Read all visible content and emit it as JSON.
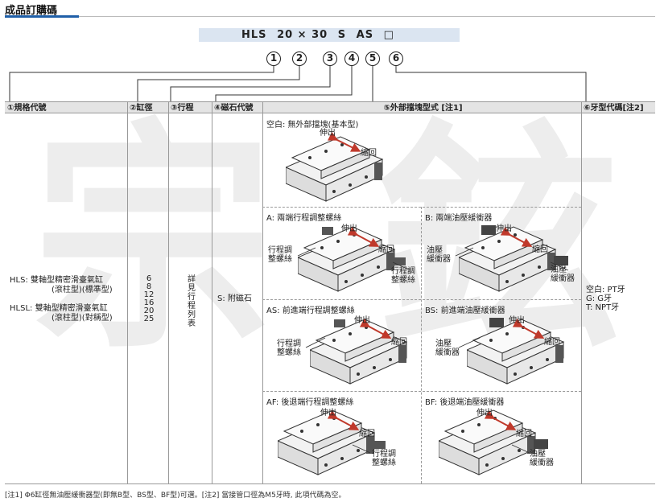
{
  "title": "成品訂購碼",
  "order_code": {
    "parts": [
      "HLS",
      "20 × 30",
      "S",
      "AS",
      "□"
    ],
    "markers": [
      "1",
      "2",
      "3",
      "4",
      "5",
      "6"
    ]
  },
  "columns": [
    "①規格代號",
    "②缸徑",
    "③行程",
    "④磁石代號",
    "⑤外部擋塊型式 [注1]",
    "⑥牙型代碼[注2]"
  ],
  "spec": {
    "hls_code": "HLS:",
    "hls_desc_1": "雙軸型精密滑臺氣缸",
    "hls_desc_2": "(滾柱型)(標準型)",
    "hlsl_code": "HLSL:",
    "hlsl_desc_1": "雙軸型精密滑臺氣缸",
    "hlsl_desc_2": "(滾柱型)(對稱型)"
  },
  "bores": [
    "6",
    "8",
    "12",
    "16",
    "20",
    "25"
  ],
  "stroke": [
    "詳",
    "見",
    "行",
    "程",
    "列",
    "表"
  ],
  "magnet": "S: 附磁石",
  "stopper_options": {
    "blank": "空白: 無外部擋塊(基本型)",
    "A": "A: 兩端行程調整螺絲",
    "B": "B: 兩端油壓緩衝器",
    "AS": "AS: 前進端行程調整螺絲",
    "BS": "BS: 前進端油壓緩衝器",
    "AF": "AF: 後退端行程調整螺絲",
    "BF": "BF: 後退端油壓緩衝器"
  },
  "callouts": {
    "extend": "伸出",
    "retract": "縮回",
    "screw_1": "行程調",
    "screw_2": "整螺絲",
    "absorber_1": "油壓",
    "absorber_2": "緩衝器"
  },
  "thread": [
    "空白: PT牙",
    "G: G牙",
    "T: NPT牙"
  ],
  "watermark": "宗鉉",
  "footnote": "[注1] Φ6缸徑無油壓緩衝器型(即無B型、BS型、BF型)可選。[注2] 當接管口徑為M5牙時, 此項代碼為空。"
}
